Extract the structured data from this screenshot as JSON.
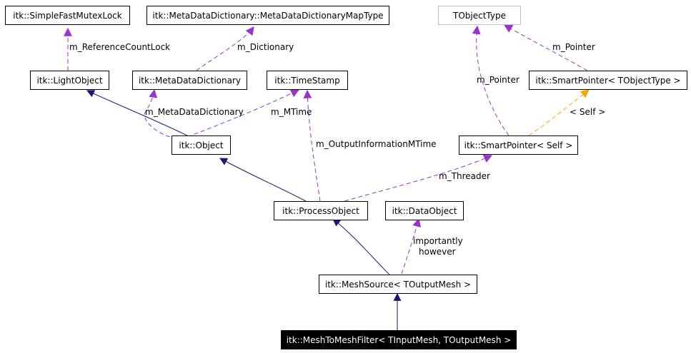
{
  "nodes": {
    "simple_fast_mutex_lock": "itk::SimpleFastMutexLock",
    "meta_data_dictionary_map_type": "itk::MetaDataDictionary::MetaDataDictionaryMapType",
    "tobject_type": "TObjectType",
    "light_object": "itk::LightObject",
    "meta_data_dictionary": "itk::MetaDataDictionary",
    "time_stamp": "itk::TimeStamp",
    "smart_pointer_tobject_type": "itk::SmartPointer< TObjectType >",
    "object": "itk::Object",
    "smart_pointer_self": "itk::SmartPointer< Self >",
    "process_object": "itk::ProcessObject",
    "data_object": "itk::DataObject",
    "mesh_source": "itk::MeshSource< TOutputMesh >",
    "mesh_to_mesh_filter": "itk::MeshToMeshFilter< TInputMesh, TOutputMesh >"
  },
  "edge_labels": {
    "m_reference_count_lock": "m_ReferenceCountLock",
    "m_dictionary": "m_Dictionary",
    "m_pointer_left": "m_Pointer",
    "m_pointer_right": "m_Pointer",
    "m_meta_data_dictionary": "m_MetaDataDictionary",
    "m_mtime": "m_MTime",
    "self_template_arg": "< Self >",
    "m_output_information_mtime": "m_OutputInformationMTime",
    "m_threader": "m_Threader",
    "importantly": "importantly",
    "however": "however"
  },
  "colors": {
    "inheritance": "#191970",
    "usage": "#9a32cd",
    "template": "#ffa500",
    "ghost_border": "#bfbfbf"
  }
}
